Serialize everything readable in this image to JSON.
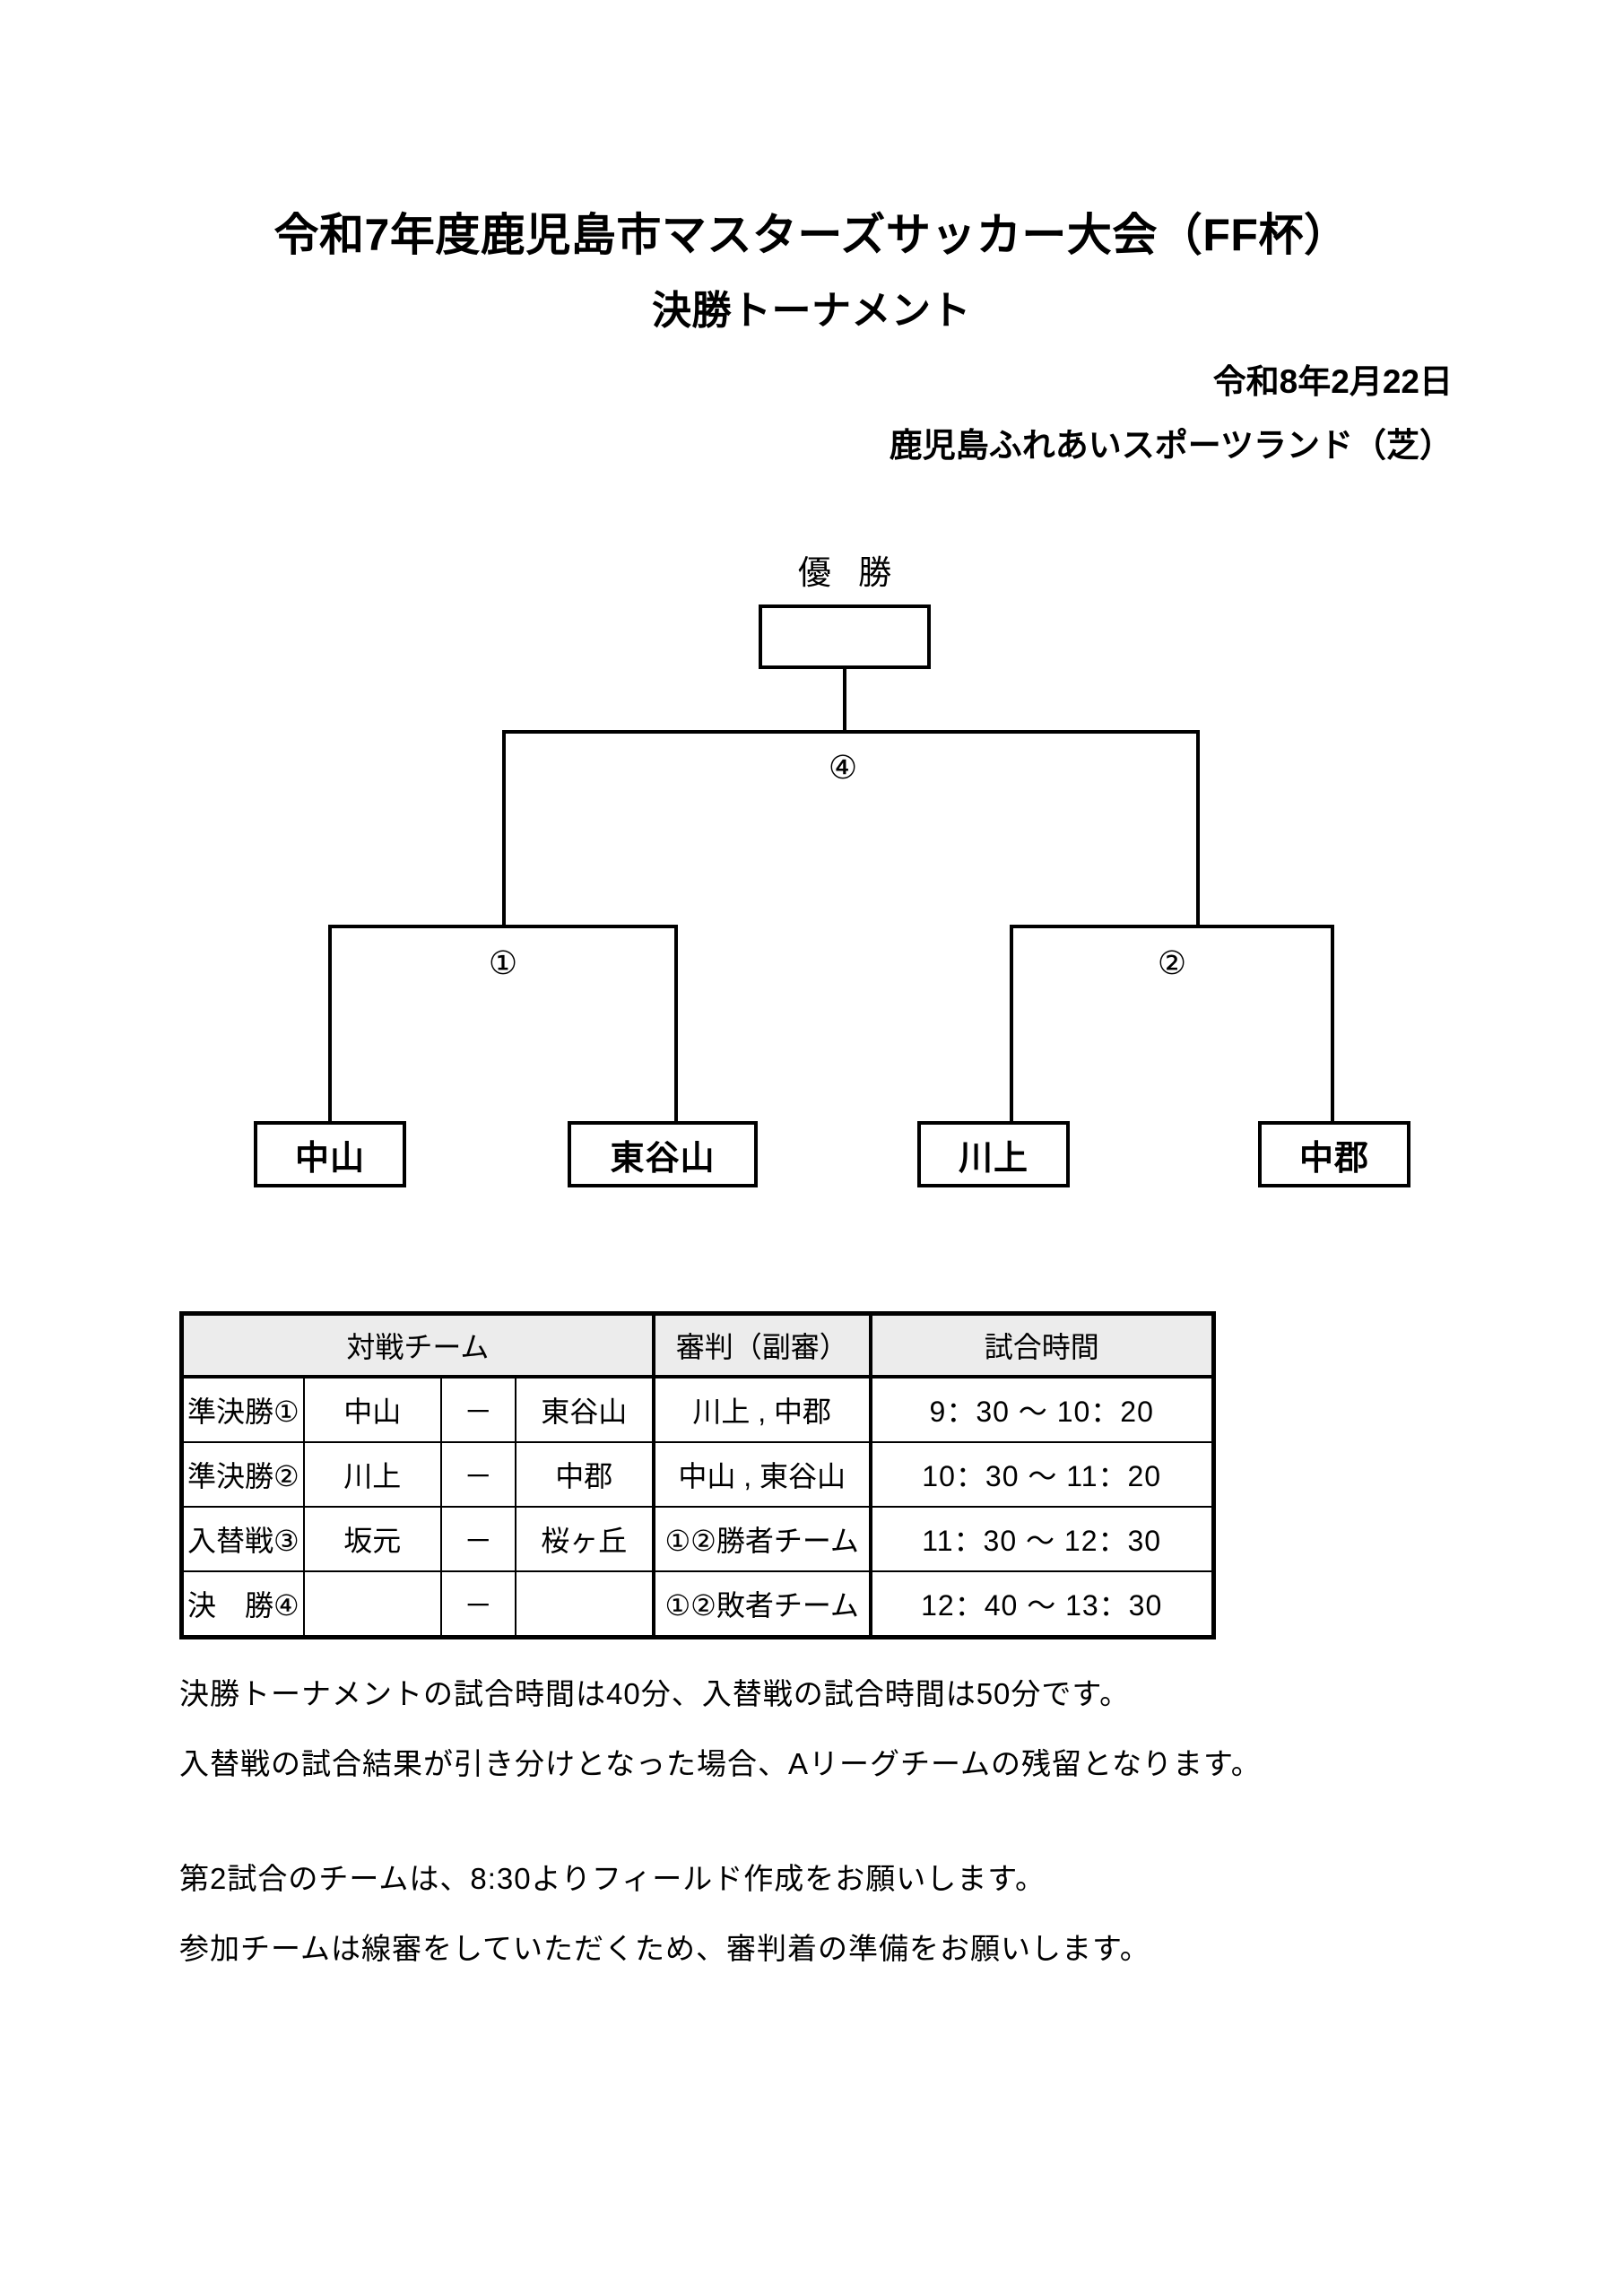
{
  "header": {
    "title": "令和7年度鹿児島市マスターズサッカー大会（FF杯）",
    "subtitle": "決勝トーナメント",
    "date": "令和8年2月22日",
    "venue": "鹿児島ふれあいスポーツランド（芝）"
  },
  "bracket": {
    "champion_label": "優 勝",
    "champion_name": "",
    "final_number": "④",
    "semifinal_left_number": "①",
    "semifinal_right_number": "②",
    "teams": [
      {
        "name": "中山"
      },
      {
        "name": "東谷山"
      },
      {
        "name": "川上"
      },
      {
        "name": "中郡"
      }
    ]
  },
  "table": {
    "headers": {
      "matchup": "対戦チーム",
      "referee": "審判（副審）",
      "time": "試合時間"
    },
    "rows": [
      {
        "stage": "準決勝①",
        "team_a": "中山",
        "dash": "－",
        "team_b": "東谷山",
        "referee": "川上 , 中郡",
        "time": "9：30 ～ 10：20"
      },
      {
        "stage": "準決勝②",
        "team_a": "川上",
        "dash": "－",
        "team_b": "中郡",
        "referee": "中山 , 東谷山",
        "time": "10：30 ～ 11：20"
      },
      {
        "stage": "入替戦③",
        "team_a": "坂元",
        "dash": "－",
        "team_b": "桜ヶ丘",
        "referee": "①②勝者チーム",
        "time": "11：30 ～ 12：30"
      },
      {
        "stage": "決　勝④",
        "team_a": "",
        "dash": "－",
        "team_b": "",
        "referee": "①②敗者チーム",
        "time": "12：40 ～ 13：30"
      }
    ]
  },
  "notes": [
    "決勝トーナメントの試合時間は40分、入替戦の試合時間は50分です。",
    "入替戦の試合結果が引き分けとなった場合、Aリーグチームの残留となります。",
    "第2試合のチームは、8:30よりフィールド作成をお願いします。",
    "参加チームは線審をしていただくため、審判着の準備をお願いします。"
  ]
}
